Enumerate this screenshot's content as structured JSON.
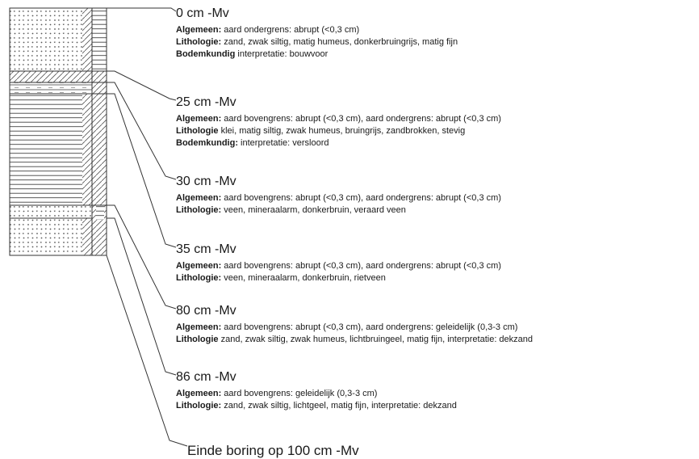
{
  "layers": [
    {
      "depth": "0 cm -Mv",
      "lines": [
        {
          "label": "Algemeen:",
          "text": " aard ondergrens: abrupt (<0,3 cm)"
        },
        {
          "label": "Lithologie:",
          "text": " zand, zwak siltig, matig humeus, donkerbruingrijs, matig fijn"
        },
        {
          "label": "Bodemkundig",
          "text": " interpretatie: bouwvoor"
        }
      ]
    },
    {
      "depth": "25 cm -Mv",
      "lines": [
        {
          "label": "Algemeen:",
          "text": " aard bovengrens: abrupt (<0,3 cm), aard ondergrens: abrupt (<0,3 cm)"
        },
        {
          "label": "Lithologie",
          "text": " klei, matig siltig, zwak humeus, bruingrijs, zandbrokken, stevig"
        },
        {
          "label": "Bodemkundig:",
          "text": " interpretatie: versloord"
        }
      ]
    },
    {
      "depth": "30 cm -Mv",
      "lines": [
        {
          "label": "Algemeen:",
          "text": " aard bovengrens: abrupt (<0,3 cm), aard ondergrens: abrupt (<0,3 cm)"
        },
        {
          "label": "Lithologie:",
          "text": " veen, mineraalarm, donkerbruin, veraard veen"
        }
      ]
    },
    {
      "depth": "35 cm -Mv",
      "lines": [
        {
          "label": "Algemeen:",
          "text": " aard bovengrens: abrupt (<0,3 cm), aard ondergrens: abrupt (<0,3 cm)"
        },
        {
          "label": "Lithologie:",
          "text": " veen, mineraalarm, donkerbruin, rietveen"
        }
      ]
    },
    {
      "depth": "80 cm -Mv",
      "lines": [
        {
          "label": "Algemeen:",
          "text": " aard bovengrens: abrupt (<0,3 cm), aard ondergrens: geleidelijk (0,3-3 cm)"
        },
        {
          "label": "Lithologie",
          "text": " zand, zwak siltig, zwak humeus, lichtbruingeel, matig fijn, interpretatie: dekzand"
        }
      ]
    },
    {
      "depth": "86 cm -Mv",
      "lines": [
        {
          "label": "Algemeen:",
          "text": " aard bovengrens: geleidelijk (0,3-3 cm)"
        },
        {
          "label": "Lithologie:",
          "text": " zand, zwak siltig, lichtgeel, matig fijn, interpretatie: dekzand"
        }
      ]
    }
  ],
  "end_label": "Einde boring op 100 cm -Mv",
  "colors": {
    "ink": "#1a1a1a",
    "stroke": "#333333",
    "pattern": "#555555"
  }
}
